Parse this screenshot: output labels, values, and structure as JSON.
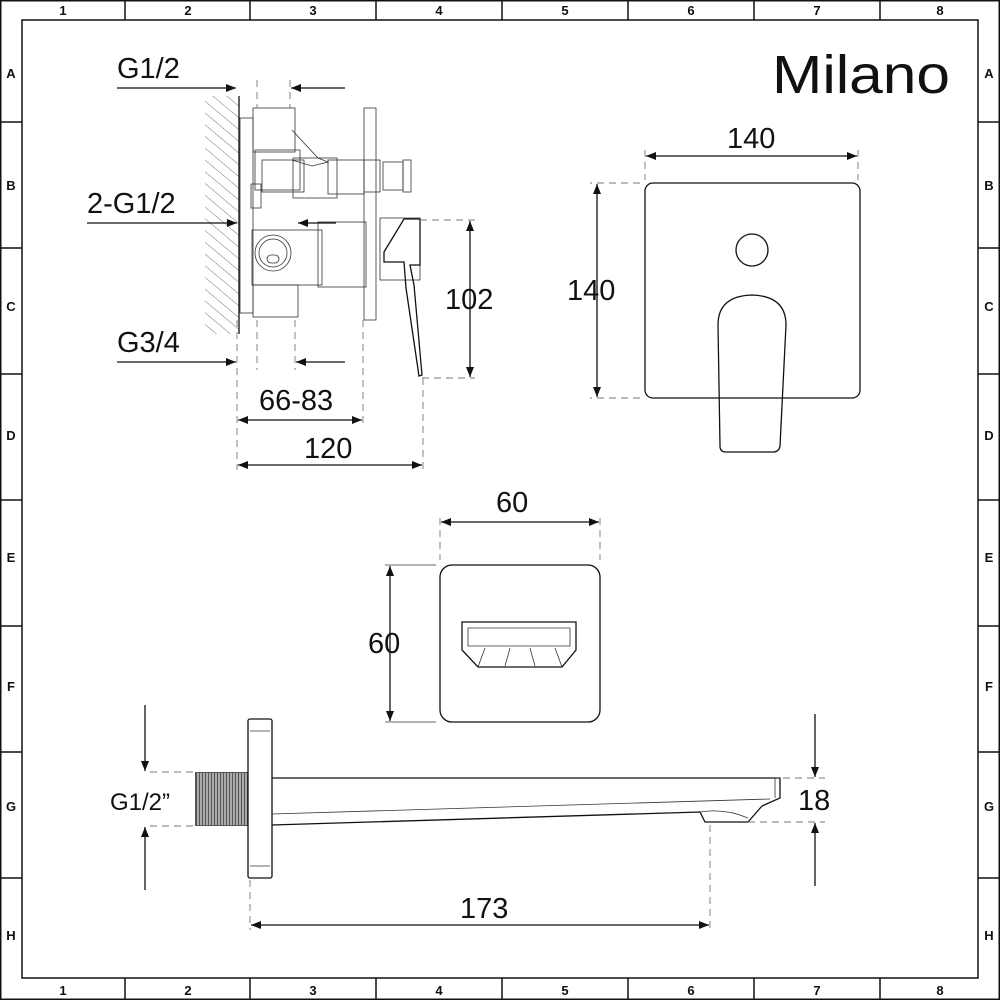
{
  "brand": "Milano",
  "grid": {
    "columns": [
      "1",
      "2",
      "3",
      "4",
      "5",
      "6",
      "7",
      "8"
    ],
    "rows": [
      "A",
      "B",
      "C",
      "D",
      "E",
      "F",
      "G",
      "H"
    ]
  },
  "valve_side_view": {
    "inlet_top": "G1/2",
    "outlets": "2-G1/2",
    "inlet_bottom": "G3/4",
    "depth_range": "66-83",
    "overall_depth": "120",
    "handle_height": "102"
  },
  "plate_front_view": {
    "width": "140",
    "height": "140"
  },
  "spout_front_view": {
    "width": "60",
    "height": "60"
  },
  "spout_side_view": {
    "thread": "G1/2”",
    "height": "18",
    "length": "173"
  },
  "colors": {
    "line": "#111111",
    "background": "#ffffff"
  }
}
